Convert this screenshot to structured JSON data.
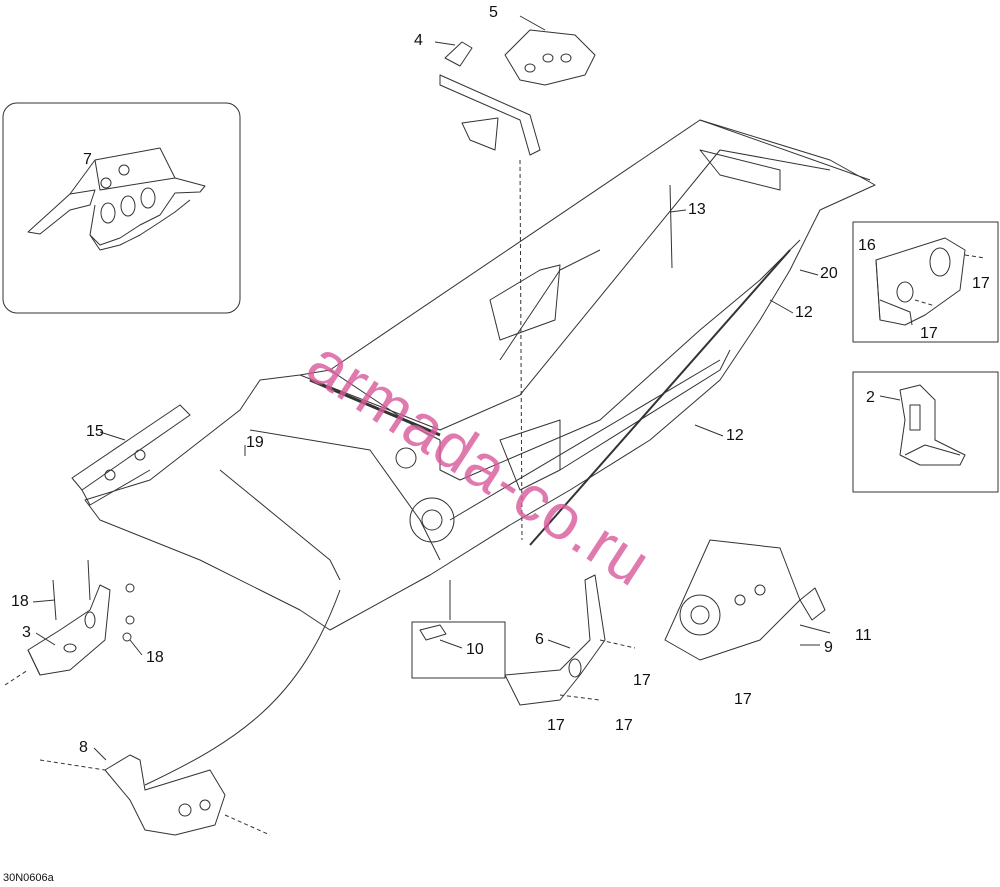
{
  "diagram": {
    "code": "30N0606a",
    "watermark": "armada-co.ru",
    "callouts": {
      "c1": "5",
      "c2": "4",
      "c3": "7",
      "c4": "13",
      "c5": "16",
      "c6": "20",
      "c7": "17",
      "c8": "12",
      "c9": "17",
      "c10": "2",
      "c11": "12",
      "c12": "15",
      "c13": "19",
      "c14": "18",
      "c15": "3",
      "c16": "18",
      "c17": "10",
      "c18": "6",
      "c19": "17",
      "c20": "17",
      "c21": "17",
      "c22": "11",
      "c23": "9",
      "c24": "17",
      "c25": "8"
    }
  }
}
